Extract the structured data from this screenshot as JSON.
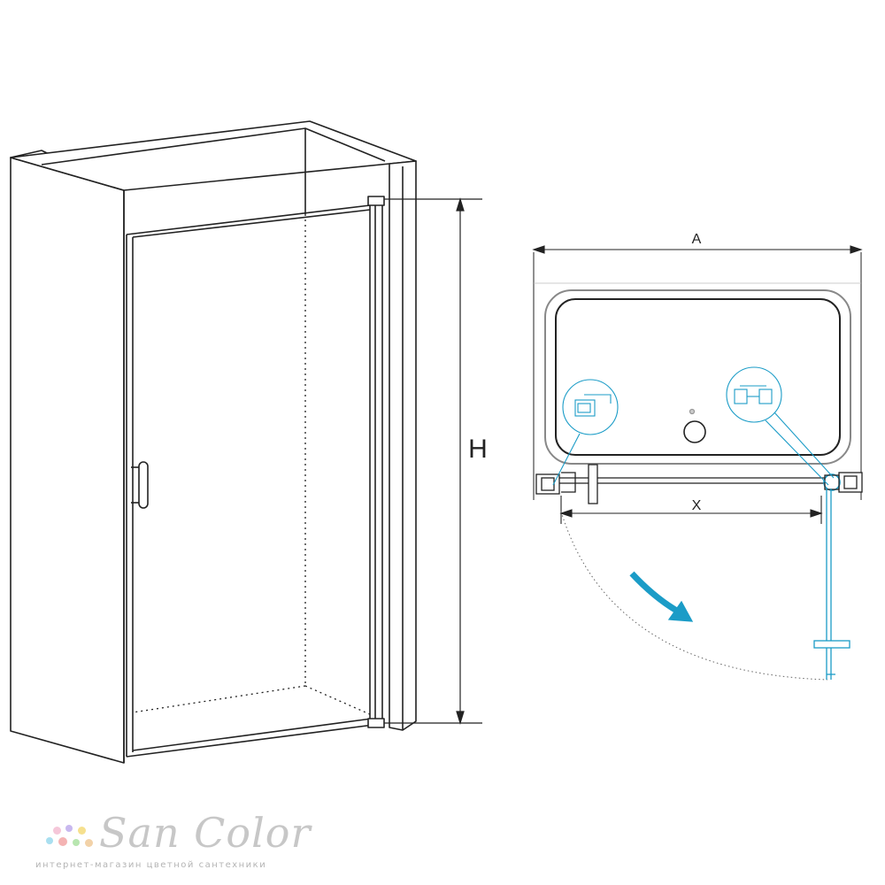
{
  "dimensions": {
    "height_label": "H",
    "width_label": "A",
    "opening_label": "X"
  },
  "colors": {
    "line": "#222222",
    "accent": "#1b9cc7",
    "glass": "#6fc3de",
    "logo_text": "#c7c7c7"
  },
  "brand": {
    "name": "San Color",
    "tagline": "интернет-магазин цветной сантехники",
    "dot_colors": [
      "#f5c7d9",
      "#c8b8ef",
      "#f6e08e",
      "#a9dff0",
      "#f4b3b3",
      "#b8e6b0",
      "#f2d2a8"
    ]
  }
}
